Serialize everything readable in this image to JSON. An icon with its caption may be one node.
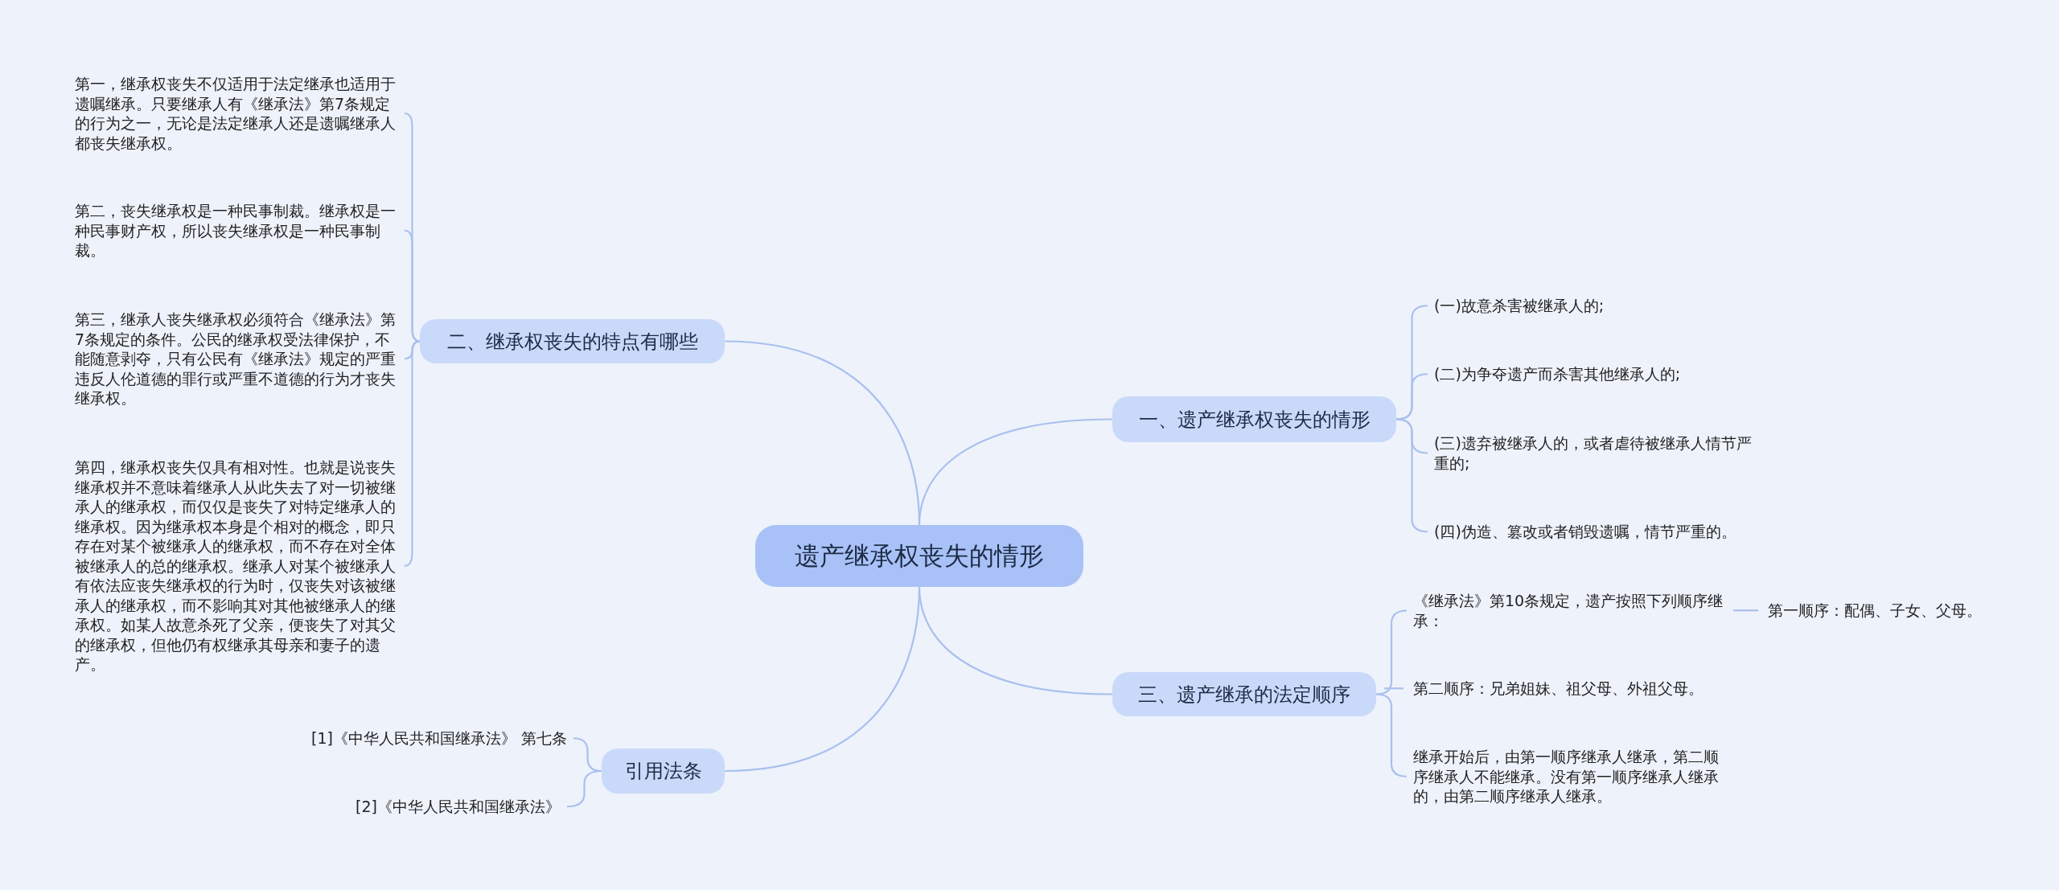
{
  "diagram": {
    "nodes": [
      {
        "text": [
          "遗产继承权丧失的情形"
        ]
      },
      {
        "text": [
          "二、继承权丧失的特点有哪些"
        ]
      },
      {
        "text": [
          "第一，继承权丧失不仅适用于法定继承也适用于遗嘱继承。只要继承人有《继承法》第7条规定的行为之一，无论是法定继承人还是遗嘱继承人都丧失继承权。"
        ]
      },
      {
        "text": [
          "第二，丧失继承权是一种民事制裁。继承权是一种民事财产权，所以丧失继承权是一种民事制裁。"
        ]
      },
      {
        "text": [
          "第三，继承人丧失继承权必须符合《继承法》第7条规定的条件。公民的继承权受法律保护，不能随意剥夺，只有公民有《继承法》规定的严重违反人伦道德的罪行或严重不道德的行为才丧失继承权。"
        ]
      },
      {
        "text": [
          "第四，继承权丧失仅具有相对性。也就是说丧失继承权并不意味着继承人从此失去了对一切被继承人的继承权，而仅仅是丧失了对特定继承人的继承权。因为继承权本身是个相对的概念，即只存在对某个被继承人的继承权，而不存在对全体被继承人的总的继承权。继承人对某个被继承人有依法应丧失继承权的行为时，仅丧失对该被继承人的继承权，而不影响其对其他被继承人的继承权。如某人故意杀死了父亲，便丧失了对其父的继承权，但他仍有权继承其母亲和妻子的遗产。"
        ]
      },
      {
        "text": [
          "一、遗产继承权丧失的情形"
        ]
      },
      {
        "text": [
          "(一)故意杀害被继承人的;"
        ]
      },
      {
        "text": [
          "(二)为争夺遗产而杀害其他继承人的;"
        ]
      },
      {
        "text": [
          "(三)遗弃被继承人的，或者虐待被继承人情节严重的;"
        ]
      },
      {
        "text": [
          "(四)伪造、篡改或者销毁遗嘱，情节严重的。"
        ]
      },
      {
        "text": [
          "三、遗产继承的法定顺序"
        ]
      },
      {
        "text": [
          "《继承法》第10条规定，遗产按照下列顺序继承："
        ]
      },
      {
        "text": [
          "第一顺序：配偶、子女、父母。"
        ]
      },
      {
        "text": [
          "第二顺序：兄弟姐妹、祖父母、外祖父母。"
        ]
      },
      {
        "text": [
          "继承开始后，由第一顺序继承人继承，第二顺序继承人不能继承。没有第一顺序继承人继承的，由第二顺序继承人继承。"
        ]
      },
      {
        "text": [
          "引用法条"
        ]
      },
      {
        "text": [
          "[1]《中华人民共和国继承法》 第七条"
        ]
      },
      {
        "text": [
          "[2]《中华人民共和国继承法》"
        ]
      }
    ],
    "edges": [
      {
        "from": 0,
        "to": 1,
        "arrow": "none"
      },
      {
        "from": 1,
        "to": 2,
        "arrow": "none"
      },
      {
        "from": 1,
        "to": 3,
        "arrow": "none"
      },
      {
        "from": 1,
        "to": 4,
        "arrow": "none"
      },
      {
        "from": 1,
        "to": 5,
        "arrow": "none"
      },
      {
        "from": 0,
        "to": 6,
        "arrow": "none"
      },
      {
        "from": 6,
        "to": 7,
        "arrow": "none"
      },
      {
        "from": 6,
        "to": 8,
        "arrow": "none"
      },
      {
        "from": 6,
        "to": 9,
        "arrow": "none"
      },
      {
        "from": 6,
        "to": 10,
        "arrow": "none"
      },
      {
        "from": 0,
        "to": 11,
        "arrow": "none"
      },
      {
        "from": 11,
        "to": 12,
        "arrow": "none"
      },
      {
        "from": 12,
        "to": 13,
        "arrow": "none"
      },
      {
        "from": 11,
        "to": 14,
        "arrow": "none"
      },
      {
        "from": 11,
        "to": 15,
        "arrow": "none"
      },
      {
        "from": 0,
        "to": 16,
        "arrow": "none"
      },
      {
        "from": 16,
        "to": 17,
        "arrow": "none"
      },
      {
        "from": 16,
        "to": 18,
        "arrow": "none"
      }
    ]
  }
}
